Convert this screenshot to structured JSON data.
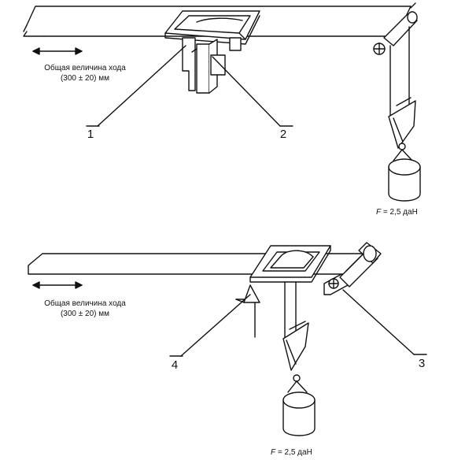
{
  "top_figure": {
    "stroke_text_line1": "Общая величина хода",
    "stroke_text_line2": "(300 ± 20) мм",
    "force_italic": "F",
    "force_rest": " = 2,5 даН",
    "callout_1": "1",
    "callout_2": "2"
  },
  "bottom_figure": {
    "stroke_text_line1": "Общая величина хода",
    "stroke_text_line2": "(300 ± 20) мм",
    "force_italic": "F",
    "force_rest": " = 2,5 даН",
    "callout_3": "3",
    "callout_4": "4"
  }
}
